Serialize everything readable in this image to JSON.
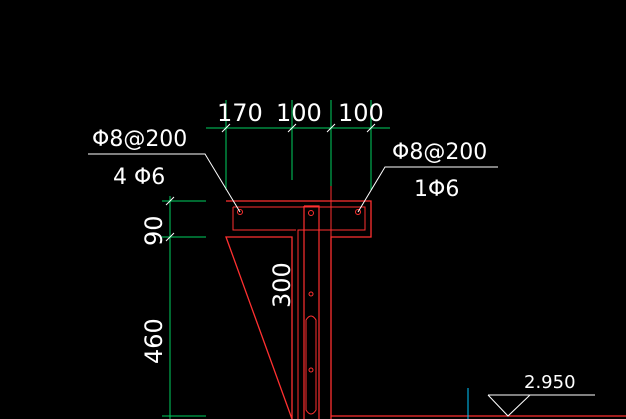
{
  "colors": {
    "background": "#000000",
    "text": "#ffffff",
    "dimension": "#00d060",
    "concrete": "#ff3030",
    "rebar": "#ff3030",
    "leader": "#ffffff",
    "elevation": "#00c8ff"
  },
  "top_dimensions": [
    "170",
    "100",
    "100"
  ],
  "callout_left": {
    "top": "Φ8@200",
    "bottom": "4 Φ6"
  },
  "callout_right": {
    "top": "Φ8@200",
    "bottom": "1Φ6"
  },
  "side_dimensions": {
    "flange": "90",
    "web": "460"
  },
  "web_dimension": "300",
  "elevation_mark": "2.950"
}
